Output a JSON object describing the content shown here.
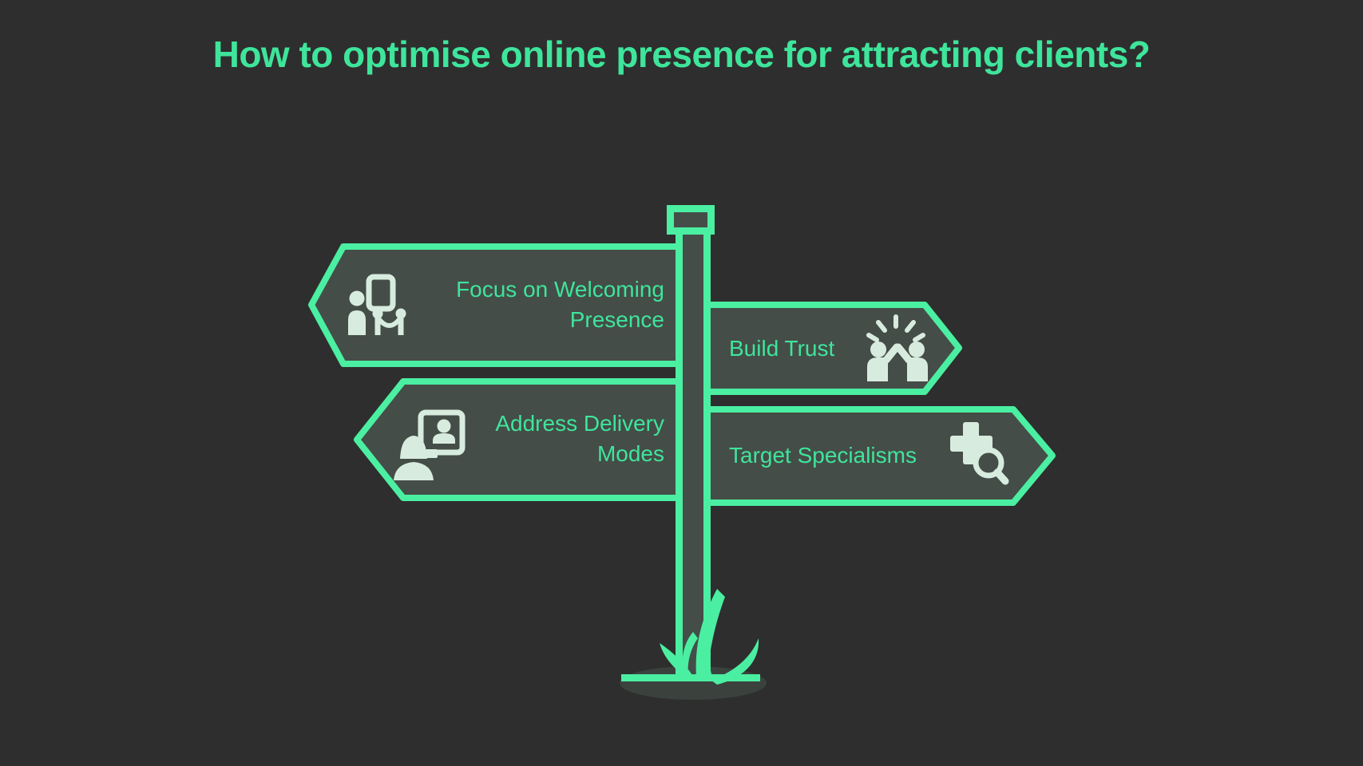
{
  "title": "How to optimise online presence for attracting clients?",
  "colors": {
    "background": "#2E2E2E",
    "accent": "#4BEFA2",
    "text_green": "#3EE59B",
    "sign_fill": "#454D48",
    "icon_fill": "#D7ECDF",
    "shadow": "#3B423E"
  },
  "signpost": {
    "description": "central signpost with four directional arrow signs",
    "signs": [
      {
        "label": "Focus on Welcoming Presence",
        "direction": "left",
        "icon": "welcoming-gallery-icon"
      },
      {
        "label": "Build Trust",
        "direction": "right",
        "icon": "high-five-icon"
      },
      {
        "label": "Address Delivery Modes",
        "direction": "left",
        "icon": "video-call-icon"
      },
      {
        "label": "Target Specialisms",
        "direction": "right",
        "icon": "medical-search-icon"
      }
    ]
  }
}
